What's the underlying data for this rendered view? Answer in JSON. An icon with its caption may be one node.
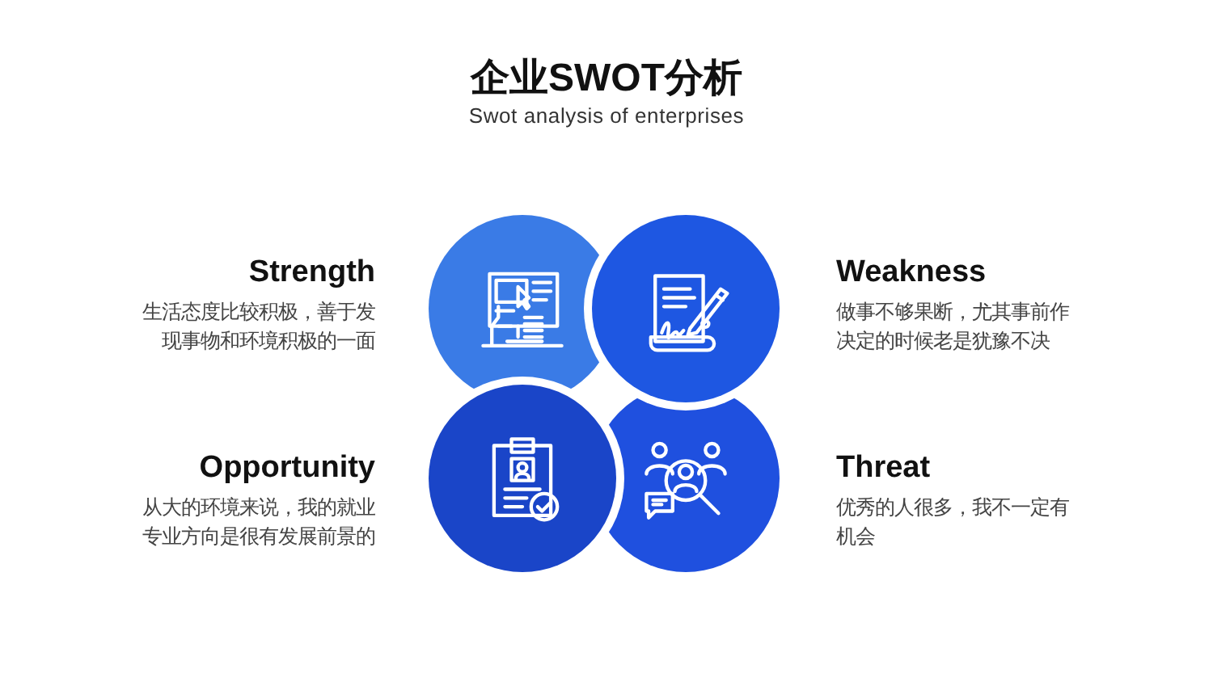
{
  "diagram": {
    "title": "企业SWOT分析",
    "nodes": [
      {
        "text": [],
        "shape": "circle",
        "beside": [
          "Strength",
          "生活态度比较积极，善于发现事物和环境积极的一面"
        ]
      },
      {
        "text": [],
        "shape": "circle",
        "beside": [
          "Weakness",
          "做事不够果断，尤其事前作决定的时候老是犹豫不决"
        ]
      },
      {
        "text": [],
        "shape": "circle",
        "beside": [
          "Opportunity",
          "从大的环境来说，我的就业专业方向是很有发展前景的"
        ]
      },
      {
        "text": [],
        "shape": "circle",
        "beside": [
          "Threat",
          "优秀的人很多，我不一定有机会"
        ]
      }
    ],
    "labels": [
      "Swot analysis of enterprises"
    ]
  }
}
